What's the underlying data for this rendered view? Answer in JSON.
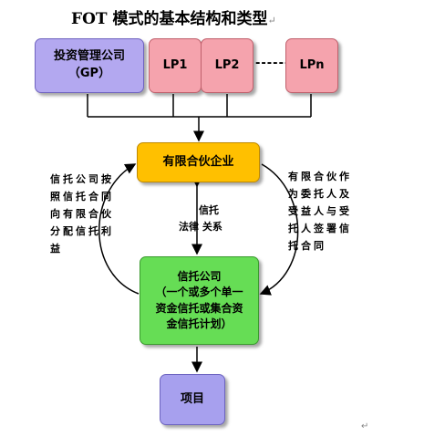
{
  "title": "FOT 模式的基本结构和类型",
  "return_mark": "↵",
  "gp": {
    "line1": "投资管理公司",
    "line2": "（GP）"
  },
  "lps": [
    "LP1",
    "LP2",
    "LPn"
  ],
  "ellipsis": "------",
  "partnership": "有限合伙企业",
  "trust_relation": {
    "line1": "信托",
    "line2": "法律 关系"
  },
  "trust_company": {
    "line1": "信托公司",
    "line2": "（一个或多个单一",
    "line3": "资金信托或集合资",
    "line4": "金信托计划）"
  },
  "project": "项目",
  "left_note": "信托公司按照信托合同向有限合伙分配信托利益",
  "right_note": "有限合伙作为委托人及受益人与受托人签署信托合同",
  "colors": {
    "gp": "#b3a8f0",
    "lp": "#f5a3ad",
    "partnership": "#ffc000",
    "trust_company": "#66dd55",
    "project": "#a7a0ee"
  }
}
